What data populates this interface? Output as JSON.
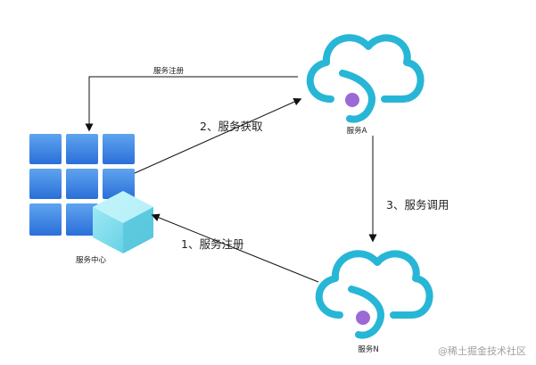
{
  "nodes": {
    "registry": {
      "label": "服务中心"
    },
    "service_a": {
      "label": "服务A"
    },
    "service_n": {
      "label": "服务N"
    }
  },
  "edges": {
    "a_register": {
      "label": "服务注册"
    },
    "fetch": {
      "label": "2、服务获取"
    },
    "invoke": {
      "label": "3、服务调用"
    },
    "n_register": {
      "label": "1、服务注册"
    }
  },
  "watermark": {
    "text": "@稀土掘金技术社区"
  },
  "colors": {
    "grid_dark": "#2a6fd8",
    "grid_light": "#5fa4ef",
    "cube": "#7fdcec",
    "cloud_stroke": "#27b6d6",
    "dot": "#9b6ad6"
  }
}
